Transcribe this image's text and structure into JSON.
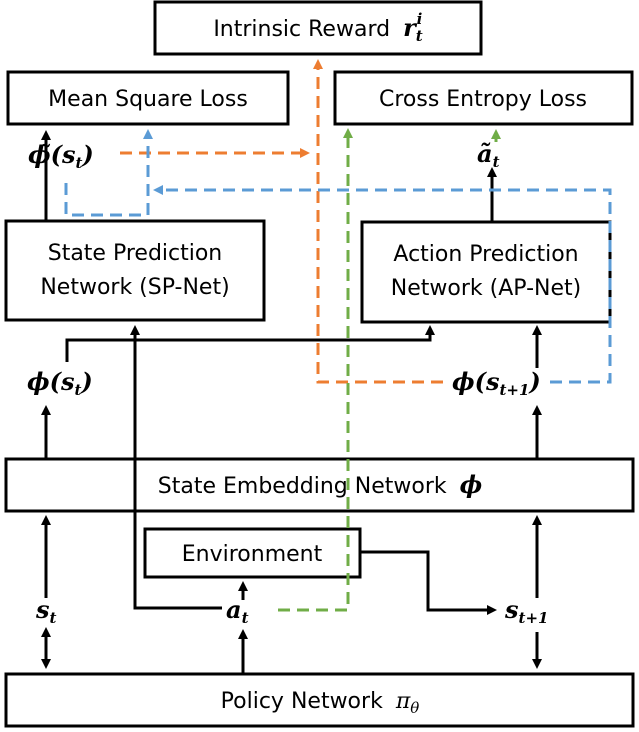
{
  "boxes": {
    "intrinsic_reward": {
      "text": "Intrinsic Reward",
      "symbol": "r",
      "sub": "t",
      "sup": "i"
    },
    "mse_loss": {
      "text": "Mean Square Loss"
    },
    "ce_loss": {
      "text": "Cross Entropy Loss"
    },
    "sp_net": {
      "line1": "State Prediction",
      "line2": "Network (SP-Net)"
    },
    "ap_net": {
      "line1": "Action Prediction",
      "line2": "Network (AP-Net)"
    },
    "embedding": {
      "text": "State Embedding Network",
      "symbol": "ϕ"
    },
    "environment": {
      "text": "Environment"
    },
    "policy": {
      "text": "Policy Network",
      "symbol": "π",
      "sub": "θ"
    }
  },
  "variables": {
    "phi_tilde_st": {
      "symbol": "ϕ̃",
      "open": "(",
      "base": "s",
      "sub": "t",
      "close": ")"
    },
    "a_tilde_t": {
      "symbol": "ã",
      "sub": "t"
    },
    "phi_st": {
      "symbol": "ϕ",
      "open": "(",
      "base": "s",
      "sub": "t",
      "close": ")"
    },
    "phi_st1": {
      "symbol": "ϕ",
      "open": "(",
      "base": "s",
      "sub": "t+1",
      "close": ")"
    },
    "s_t": {
      "base": "s",
      "sub": "t"
    },
    "a_t": {
      "base": "a",
      "sub": "t"
    },
    "s_t1": {
      "base": "s",
      "sub": "t+1"
    }
  },
  "colors": {
    "orange": "#ED7D31",
    "blue": "#5B9BD5",
    "green": "#70AD47",
    "black": "#000000"
  }
}
